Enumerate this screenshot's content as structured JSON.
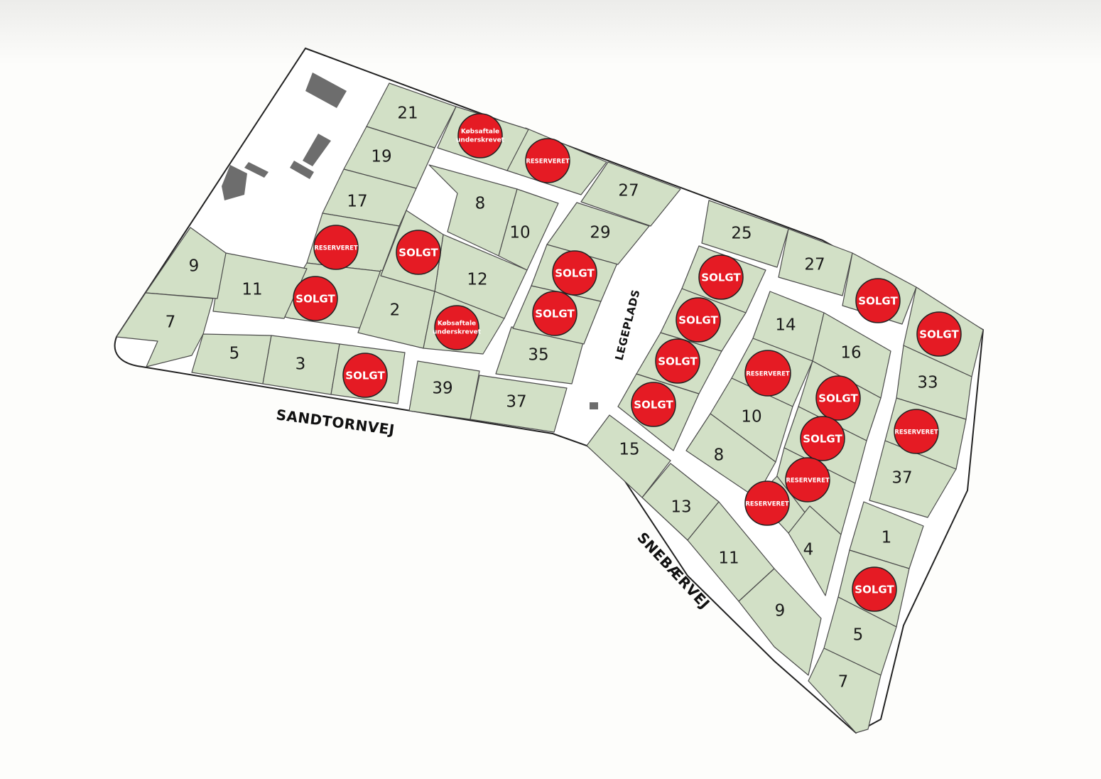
{
  "map": {
    "roads": {
      "sandtornvej": "SANDTORNVEJ",
      "snebaervej": "SNEBÆRVEJ",
      "legeplads": "LEGEPLADS"
    },
    "statuses": {
      "sold": "SOLGT",
      "reserved": "RESERVERET",
      "contract_signed": [
        "Købsaftale",
        "underskrevet"
      ]
    },
    "colors": {
      "lot_fill": "#d2e0c6",
      "badge": "#e51b24",
      "building": "#6d6d6d"
    },
    "lots": [
      {
        "id": "sw-21",
        "label": "21"
      },
      {
        "id": "sw-19",
        "label": "19"
      },
      {
        "id": "sw-17",
        "label": "17"
      },
      {
        "id": "sw-15",
        "label": "",
        "status": "reserved"
      },
      {
        "id": "sw-13",
        "label": "",
        "status": "sold"
      },
      {
        "id": "sw-11",
        "label": "11"
      },
      {
        "id": "sw-9",
        "label": "9"
      },
      {
        "id": "sw-7",
        "label": "7"
      },
      {
        "id": "sw-5",
        "label": "5"
      },
      {
        "id": "sw-3",
        "label": "3"
      },
      {
        "id": "sw-1",
        "label": "",
        "status": "sold"
      },
      {
        "id": "sw-39",
        "label": "39"
      },
      {
        "id": "sw-37",
        "label": "37"
      },
      {
        "id": "sw-35",
        "label": "35"
      },
      {
        "id": "sw-31",
        "label": "",
        "status": "sold"
      },
      {
        "id": "sw-33",
        "label": "",
        "status": "sold"
      },
      {
        "id": "sw-29",
        "label": "29"
      },
      {
        "id": "sw-27",
        "label": "27"
      },
      {
        "id": "sw-25",
        "label": "",
        "status": "reserved"
      },
      {
        "id": "sw-23",
        "label": "",
        "status": "contract_signed"
      },
      {
        "id": "sw-8",
        "label": "8"
      },
      {
        "id": "sw-10",
        "label": "10"
      },
      {
        "id": "sw-12",
        "label": "12"
      },
      {
        "id": "sw-2",
        "label": "2"
      },
      {
        "id": "sw-4",
        "label": "",
        "status": "contract_signed"
      },
      {
        "id": "sw-6",
        "label": "",
        "status": "sold"
      },
      {
        "id": "se-25",
        "label": "25"
      },
      {
        "id": "se-27",
        "label": "27"
      },
      {
        "id": "se-29",
        "label": "",
        "status": "sold"
      },
      {
        "id": "se-31",
        "label": "",
        "status": "sold"
      },
      {
        "id": "se-33",
        "label": "33"
      },
      {
        "id": "se-35",
        "label": "",
        "status": "reserved"
      },
      {
        "id": "se-37",
        "label": "37"
      },
      {
        "id": "se-1",
        "label": "1"
      },
      {
        "id": "se-3",
        "label": "",
        "status": "sold"
      },
      {
        "id": "se-5",
        "label": "5"
      },
      {
        "id": "se-7",
        "label": "7"
      },
      {
        "id": "se-9",
        "label": "9"
      },
      {
        "id": "se-11",
        "label": "11"
      },
      {
        "id": "se-13",
        "label": "13"
      },
      {
        "id": "se-15",
        "label": "15"
      },
      {
        "id": "se-17",
        "label": "",
        "status": "sold"
      },
      {
        "id": "se-19",
        "label": "",
        "status": "sold"
      },
      {
        "id": "se-21",
        "label": "",
        "status": "sold"
      },
      {
        "id": "se-23",
        "label": "",
        "status": "sold"
      },
      {
        "id": "se-14",
        "label": "14"
      },
      {
        "id": "se-16",
        "label": "16"
      },
      {
        "id": "se-12",
        "label": "",
        "status": "reserved"
      },
      {
        "id": "se-18",
        "label": "",
        "status": "sold"
      },
      {
        "id": "se-10",
        "label": "10"
      },
      {
        "id": "se-20",
        "label": "",
        "status": "sold"
      },
      {
        "id": "se-8",
        "label": "8"
      },
      {
        "id": "se-22",
        "label": "",
        "status": "reserved"
      },
      {
        "id": "se-6",
        "label": "",
        "status": "reserved"
      },
      {
        "id": "se-4",
        "label": "4"
      }
    ]
  }
}
